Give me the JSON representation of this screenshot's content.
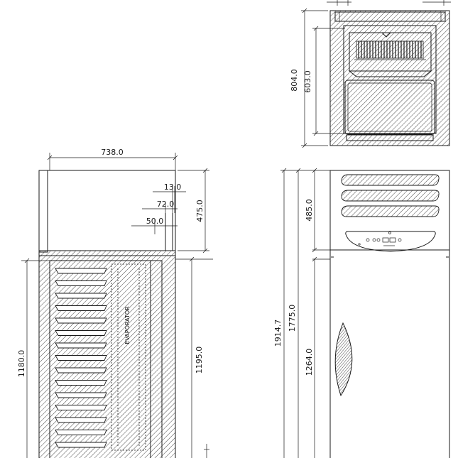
{
  "dimensions": {
    "width_738": "738.0",
    "d_13": "13.0",
    "d_72": "72.0",
    "d_50": "50.0",
    "h_475": "475.0",
    "h_1180": "1180.0",
    "h_1195": "1195.0",
    "top_804": "804.0",
    "top_603": "603.0",
    "front_1914": "1914.7",
    "front_1775": "1775.0",
    "front_485": "485.0",
    "front_1264": "1264.0"
  },
  "labels": {
    "evaporator": "EVAPORATOR"
  },
  "colors": {
    "line": "#1a1a1a",
    "background": "#ffffff"
  }
}
